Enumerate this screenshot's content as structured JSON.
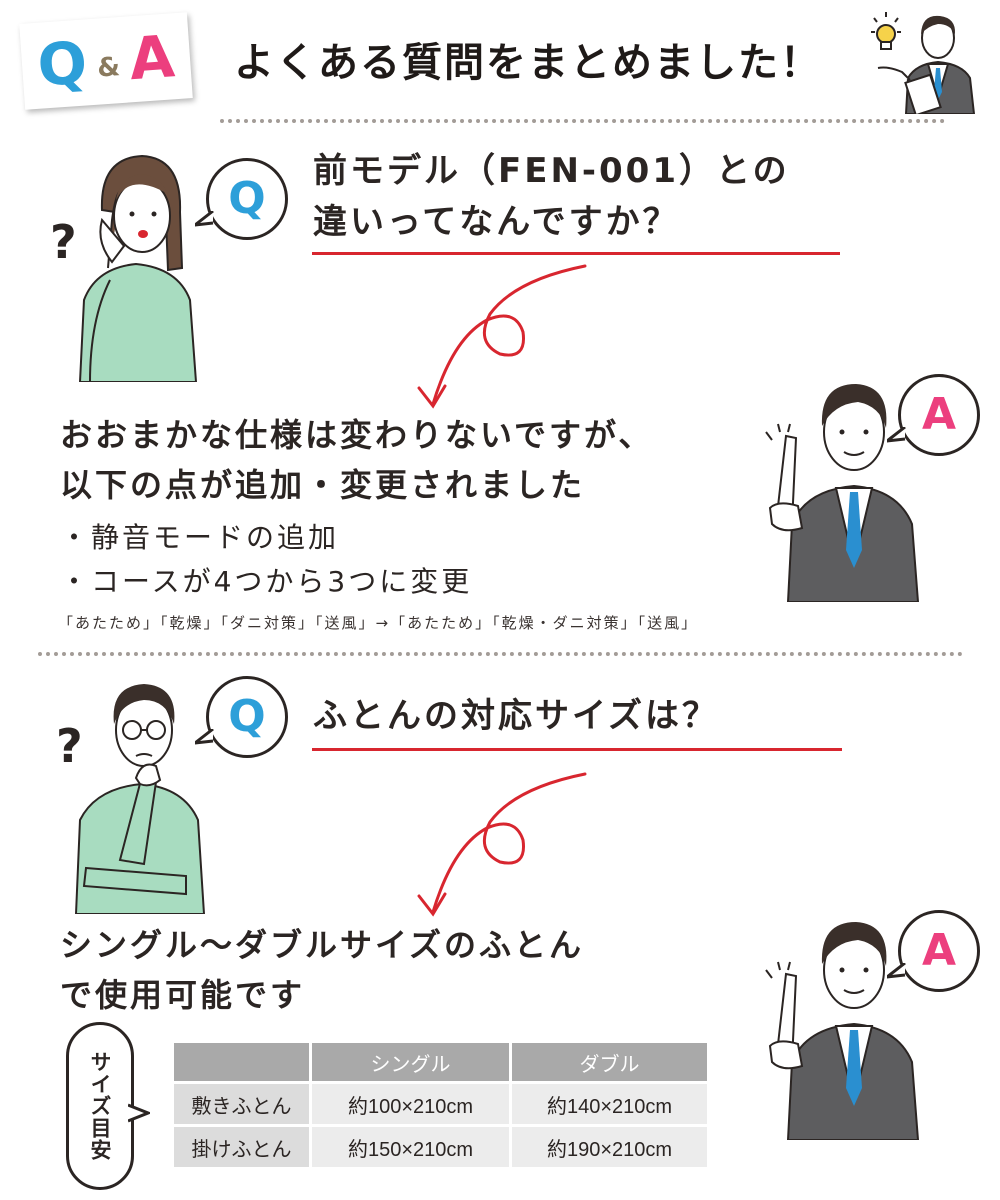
{
  "header": {
    "badge_q": "Q",
    "badge_amp": "&",
    "badge_a": "A",
    "title": "よくある質問をまとめました！"
  },
  "faq": [
    {
      "q_mark": "Q",
      "question_lines": [
        "前モデル（FEN-001）との",
        "違いってなんですか？"
      ],
      "a_mark": "A",
      "answer_lines": [
        "おおまかな仕様は変わりないですが、",
        "以下の点が追加・変更されました"
      ],
      "bullets": [
        "・静音モードの追加",
        "・コースが4つから3つに変更"
      ],
      "note": "「あたため」「乾燥」「ダニ対策」「送風」→「あたため」「乾燥・ダニ対策」「送風」"
    },
    {
      "q_mark": "Q",
      "question_lines": [
        "ふとんの対応サイズは？"
      ],
      "a_mark": "A",
      "answer_lines": [
        "シングル～ダブルサイズのふとん",
        "で使用可能です"
      ],
      "size_label": "サイズ目安",
      "table": {
        "headers": [
          "",
          "シングル",
          "ダブル"
        ],
        "rows": [
          [
            "敷きふとん",
            "約100×210cm",
            "約140×210cm"
          ],
          [
            "掛けふとん",
            "約150×210cm",
            "約190×210cm"
          ]
        ]
      }
    }
  ],
  "colors": {
    "q_blue": "#2d9fd9",
    "a_pink": "#ec3f7e",
    "accent_red": "#d8262f",
    "shirt_green": "#a8dcc0",
    "suit_gray": "#5d5d5f",
    "tie_blue": "#2a8fd0"
  },
  "icons": [
    "lightbulb-icon",
    "question-mark-icon",
    "red-loop-arrow-icon"
  ]
}
